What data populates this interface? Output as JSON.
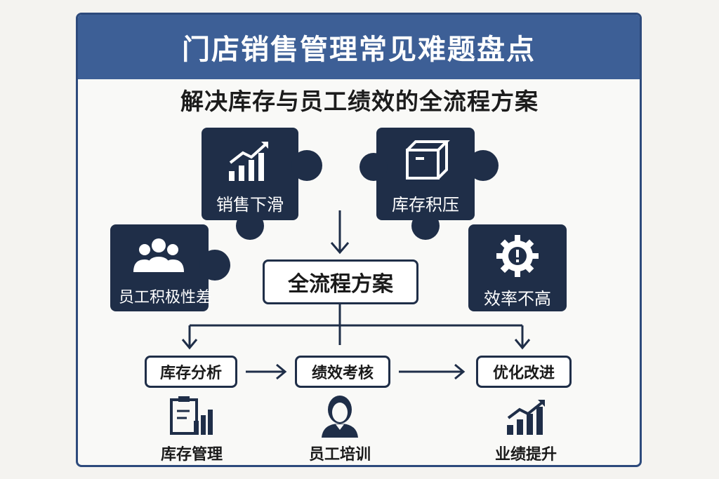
{
  "title": "门店销售管理常见难题盘点",
  "subtitle": "解决库存与员工绩效的全流程方案",
  "problems": [
    {
      "label": "销售下滑",
      "icon": "growth-chart-icon"
    },
    {
      "label": "库存积压",
      "icon": "box-icon"
    },
    {
      "label": "员工积极性差",
      "icon": "team-icon"
    },
    {
      "label": "效率不高",
      "icon": "gear-alert-icon"
    }
  ],
  "center": {
    "label": "全流程方案"
  },
  "steps": [
    {
      "label": "库存分析"
    },
    {
      "label": "绩效考核"
    },
    {
      "label": "优化改进"
    }
  ],
  "outcomes": [
    {
      "label": "库存管理",
      "icon": "clipboard-chart-icon"
    },
    {
      "label": "员工培训",
      "icon": "person-icon"
    },
    {
      "label": "业绩提升",
      "icon": "bar-chart-up-icon"
    }
  ],
  "colors": {
    "banner": "#3d5f96",
    "piece": "#1f2e48",
    "frame": "#2d4a7c"
  }
}
